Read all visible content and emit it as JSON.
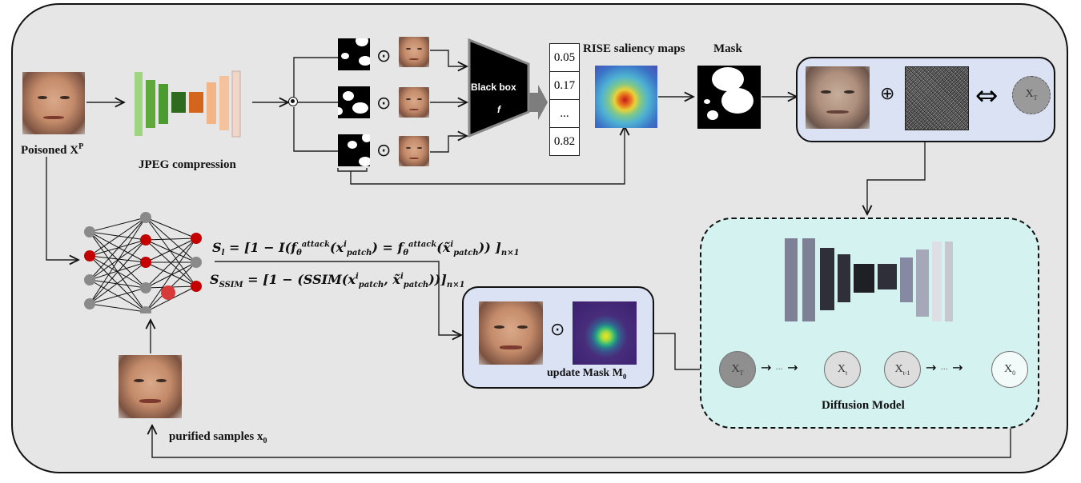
{
  "labels": {
    "poisoned": "Poisoned  X",
    "poisoned_sup": "P",
    "jpeg": "JPEG compression",
    "black_box": "Black box",
    "black_box_fn": "f",
    "rise": "RISE saliency maps",
    "mask": "Mask",
    "update_mask": "update Mask M",
    "update_mask_sub": "0",
    "purified": "purified samples x",
    "purified_sub": "0",
    "diffusion": "Diffusion Model"
  },
  "probabilities": [
    "0.05",
    "0.17",
    "...",
    "0.82"
  ],
  "operators": {
    "hadamard": "⊙",
    "direct_sum": "⊕",
    "equivalence": "⇔"
  },
  "noise_node": {
    "main": "X",
    "sub": "T"
  },
  "diffusion_chain": [
    {
      "main": "X",
      "sub": "T",
      "fill": "#8f8f8f"
    },
    {
      "main": "X",
      "sub": "t",
      "fill": "#dddddd"
    },
    {
      "main": "X",
      "sub": "t-1",
      "fill": "#dddddd"
    },
    {
      "main": "X",
      "sub": "0",
      "fill": "#f2fbfa"
    }
  ],
  "chain_ellipsis": "···",
  "equations": {
    "s_l": "S_l = [1 − I(f_θ^attack(x^i_patch) = f_θ^attack(x̃^i_patch)) ]_n×1",
    "s_ssim": "S_SSIM = [1 − (SSIM(x^i_patch, x̃^i_patch))]_n×1"
  },
  "colors": {
    "frame_bg": "#e6e6e6",
    "blue_box": "#dae2f3",
    "diffusion_bg": "#d4f2f0",
    "node_red": "#c40000",
    "node_gray": "#8a8a8a"
  }
}
